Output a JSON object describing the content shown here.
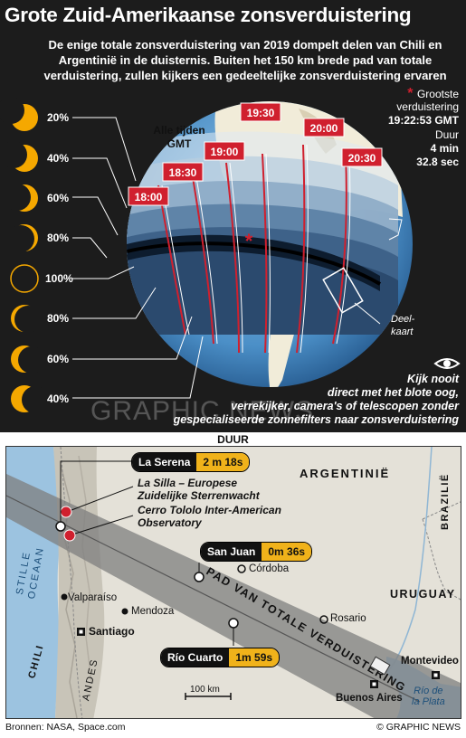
{
  "title": "Grote Zuid-Amerikaanse zonsverduistering",
  "subtitle": "De enige totale zonsverduistering van 2019 dompelt delen van Chili en Argentinië in de duisternis. Buiten het 150 km brede pad van totale verduistering, zullen kijkers een gedeeltelijke zonsverduistering ervaren",
  "phases": [
    "20%",
    "40%",
    "60%",
    "80%",
    "100%",
    "80%",
    "60%",
    "40%"
  ],
  "times_header": [
    "Alle tijden",
    "GMT"
  ],
  "times": [
    "18:00",
    "18:30",
    "19:00",
    "19:30",
    "20:00",
    "20:30"
  ],
  "greatest": {
    "label1": "Grootste",
    "label2": "verduistering",
    "time": "19:22:53 GMT",
    "duur_label": "Duur",
    "duration1": "4 min",
    "duration2": "32.8 sec"
  },
  "inset_label": [
    "Deel-",
    "kaart"
  ],
  "warning": [
    "Kijk nooit",
    "direct met het blote oog,",
    "verrekijker, camera's of telescopen zonder",
    "gespecialiseerde zonnefilters naar zonsverduistering"
  ],
  "watermark": "GRAPHIC NEWS",
  "duur_header": "DUUR",
  "sites": [
    {
      "name": "La Serena",
      "duration": "2 m 18s"
    },
    {
      "name": "San Juan",
      "duration": "0m 36s"
    },
    {
      "name": "Río Cuarto",
      "duration": "1m 59s"
    }
  ],
  "observatories": [
    "La Silla – Europese",
    "Zuidelijke Sterrenwacht",
    "Cerro Tololo Inter-American",
    "Observatory"
  ],
  "map_labels": {
    "argentinie": "ARGENTINIË",
    "brazilie": "BRAZILIË",
    "uruguay": "URUGUAY",
    "stille_oceaan": [
      "STILLE",
      "OCEAAN"
    ],
    "chili": "CHILI",
    "andes": "ANDES",
    "path": "PAD VAN TOTALE VERDUISTERING",
    "valparaiso": "Valparaíso",
    "santiago": "Santiago",
    "mendoza": "Mendoza",
    "cordoba": "Córdoba",
    "rosario": "Rosario",
    "montevideo": "Montevideo",
    "buenos_aires": "Buenos Aires",
    "rio_de_la_plata": [
      "Río de",
      "la Plata"
    ],
    "scale": "100 km"
  },
  "sources": "Bronnen: NASA, Space.com",
  "credit": "© GRAPHIC NEWS",
  "colors": {
    "background": "#1c1c1c",
    "accent_red": "#d0202e",
    "accent_yellow": "#f0b21a",
    "sun": "#f5a800"
  }
}
